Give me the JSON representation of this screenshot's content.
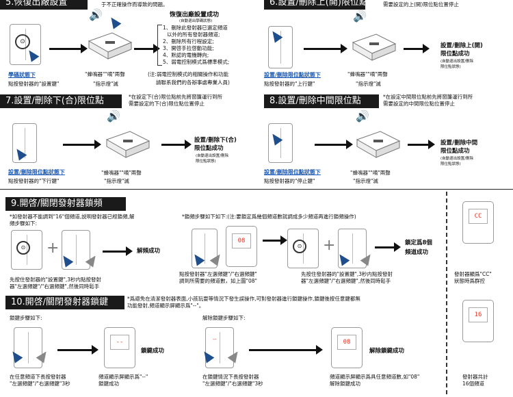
{
  "s5": {
    "header": "5.恢復出廠設置",
    "top_note": "于不正確操作而導致的問題。",
    "title": "恢復出廠設置成功",
    "sub": "(自動退出學碼狀態)",
    "items": [
      "1、刪除此發射器已選定頻道",
      "以外的所有發射器頻道;",
      "2、刪除所有行程設定;",
      "3、開啓手拉啓動功能;",
      "4、默認的電機轉向;",
      "5、弱電控制模式爲標準模式;"
    ],
    "note1": "(注:弱電控制模式的相關操作和功能",
    "note2": "請聯系我們的各辦事處專業人員)",
    "mode": "學碼狀態下",
    "press": "點按發射器的\"設置鍵\"",
    "beep": "\"蜂鳴器\"\"嘀\"兩聲",
    "led": "\"指示燈\"滅"
  },
  "s6": {
    "header": "6.設置/刪除上(開)限位點",
    "top_note": "需要設定的上(開)限位點位置停止",
    "mode": "設置/刪除限位點狀態下",
    "press": "點按發射器的\"上行鍵\"",
    "beep": "\"蜂鳴器\"\"嘀\"兩聲",
    "led": "\"指示燈\"滅",
    "result": "設置/刪除上(開)",
    "result2": "限位點成功",
    "sub": "(自動退出設置/刪除",
    "sub2": "限位點狀態)"
  },
  "s7": {
    "header": "7.設置/刪除下(合)限位點",
    "note1": "*在設定下(合)限位點前先將窗簾運行到所",
    "note2": "需要設定的下(合)限位點位置停止",
    "mode": "設置/刪除限位點狀態下",
    "press": "點按發射器的\"下行鍵\"",
    "beep": "\"蜂鳴器\"\"嘀\"兩聲",
    "led": "\"指示燈\"滅",
    "result": "設置/刪除下(合)",
    "result2": "限位點成功",
    "sub": "(自動退出設置/刪除",
    "sub2": "限位點狀態)"
  },
  "s8": {
    "header": "8.設置/刪除中間限位點",
    "note1": "*在設定中間限位點前先將窗簾運行到所",
    "note2": "需要設定的中間限位點位置停止",
    "mode": "設置/刪除限位點狀態下",
    "press": "點按發射器的\"停止鍵\"",
    "beep": "\"蜂鳴器\"\"嘀\"兩聲",
    "led": "\"指示燈\"滅",
    "result": "設置/刪除中間",
    "result2": "限位點成功",
    "sub": "(自動退出設置/刪除",
    "sub2": "限位點狀態)"
  },
  "s9": {
    "header": "9.開啓/關閉發射器鎖頻",
    "note1": "*如發射器不能調到\"16\"個頻道,説明發射器已經鎖頻,解",
    "note2": "頻步驟如下:",
    "step_note": "*鎖頻步驟如下如下:(注:要鎖定爲幾個頻道數就調成多少頻道再進行鎖頻操作)",
    "unlock": "解頻成功",
    "cap1a": "先按住發射器的\"設置鍵\",3秒内點按發射",
    "cap1b": "器\"左選頻鍵\"/\"右選頻鍵\",然後同時鬆手",
    "cap2a": "點按發射器\"左選頻鍵\"/\"右選頻鍵\"",
    "cap2b": "調到所需要的頻道數，如上圖\"08\"",
    "disp1": "08",
    "cap3a": "先按住發射器的\"設置鍵\",3秒内點按發射",
    "cap3b": "器\"左選頻鍵\"/\"右選頻鍵\",然後同時鬆手",
    "lock_a": "鎖定爲8個",
    "lock_b": "頻道成功",
    "side_disp": "CC",
    "side_a": "發射器顯爲\"CC\"",
    "side_b": "狀態時爲群控"
  },
  "s10": {
    "header": "10.開啓/關閉發射器鎖鍵",
    "note1": "*爲避免在清潔發射器表面,小孩玩耍等情況下發生誤操作,可對發射器進行鎖鍵操作,鎖鍵後按任意鍵都無",
    "note2": "功能發射,頻道顯示屏顯示爲\"--\"。",
    "lock_steps": "鎖鍵步驟如下:",
    "unlock_steps": "解除鎖鍵步驟如下:",
    "lock_ok": "鎖鍵成功",
    "disp_a": "--",
    "cap1a": "在任意頻道下長按發射器",
    "cap1b": "\"左選頻鍵\"/\"右選頻鍵\"3秒",
    "cap2a": "頻道顯示屏顯示爲\"--\"",
    "cap2b": "鎖鍵成功",
    "cap3a": "在鎖鍵情況下長按發射器",
    "cap3b": "\"左選頻鍵\"/\"右選頻鍵\"3秒",
    "disp_b": "--",
    "disp_c": "08",
    "unlock_ok": "解除鎖鍵成功",
    "cap4a": "頻道顯示屏顯示爲具任意頻道數,如\"08\"",
    "cap4b": "解除鎖鍵成功",
    "side_disp": "16",
    "side_a": "發射器共計",
    "side_b": "16個頻道"
  }
}
